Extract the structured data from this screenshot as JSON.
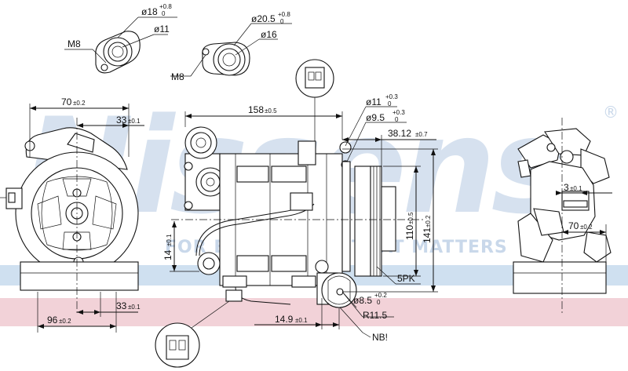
{
  "watermark": {
    "brand": "Nissens",
    "registered": "®",
    "slogan": "FOR EVERYTHING THAT MATTERS",
    "colors": {
      "brand": "#c9d8ea",
      "band_blue": "#cfe0f0",
      "band_pink": "#f2d2d8"
    }
  },
  "dimensions": {
    "d18": "ø18",
    "d18_tol": "+0.8",
    "d18_tol2": "0",
    "d11_fitting": "ø11",
    "m8_left": "M8",
    "d205": "ø20.5",
    "d205_tol": "+0.8",
    "d205_tol2": "0",
    "d16": "ø16",
    "m8_right": "M8",
    "w70_left": "70",
    "w70_left_tol": "±0.2",
    "w33_top": "33",
    "w33_top_tol": "±0.1",
    "w33_bottom": "33",
    "w33_bottom_tol": "±0.1",
    "w96": "96",
    "w96_tol": "±0.2",
    "h14": "14",
    "h14_tol": "±0.1",
    "l158": "158",
    "l158_tol": "±0.5",
    "d11_port": "ø11",
    "d11_port_tol": "+0.3",
    "d11_port_tol2": "0",
    "d95": "ø9.5",
    "d95_tol": "+0.3",
    "d95_tol2": "0",
    "l3812": "38.12",
    "l3812_tol": "±0.7",
    "h110": "110",
    "h110_tol": "±0.5",
    "h141": "141",
    "h141_tol": "±0.2",
    "pulley": "5PK",
    "d85": "ø8.5",
    "d85_tol": "+0.2",
    "d85_tol2": "0",
    "r115": "R11.5",
    "l149": "14.9",
    "l149_tol": "±0.1",
    "nb": "NB!",
    "w3": "3",
    "w3_tol": "±0.1",
    "w70_right": "70",
    "w70_right_tol": "±0.2"
  }
}
